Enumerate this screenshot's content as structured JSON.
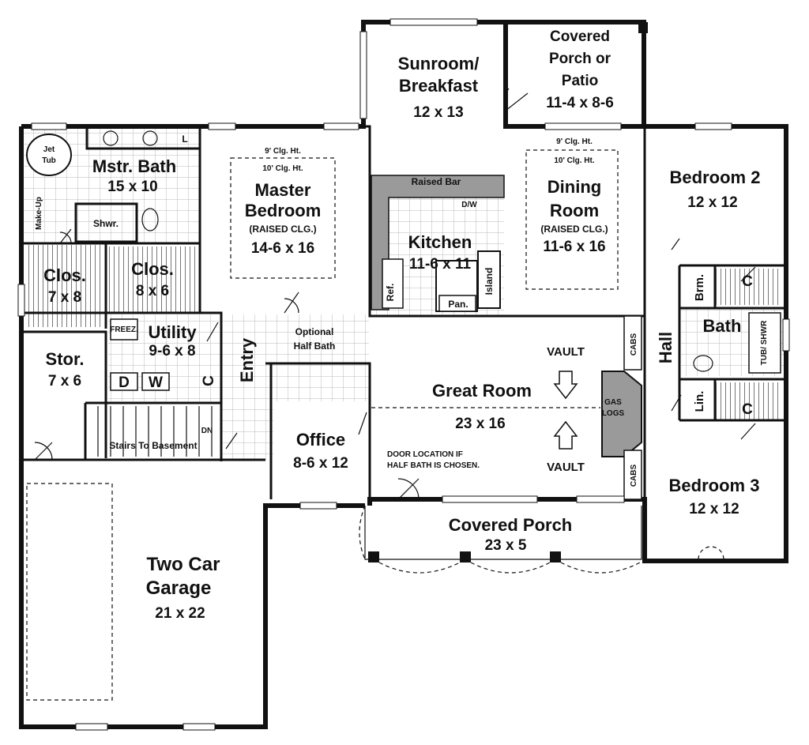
{
  "rooms": {
    "sunroom": {
      "name1": "Sunroom/",
      "name2": "Breakfast",
      "dim": "12 x 13"
    },
    "covered_patio": {
      "name1": "Covered",
      "name2": "Porch or",
      "name3": "Patio",
      "dim": "11-4 x 8-6"
    },
    "master_bath": {
      "name": "Mstr. Bath",
      "dim": "15 x 10"
    },
    "jet_tub": {
      "l1": "Jet",
      "l2": "Tub"
    },
    "makeup": "Make-Up",
    "shower": "Shwr.",
    "master_bedroom": {
      "clg1": "9' Clg. Ht.",
      "clg2": "10' Clg. Ht.",
      "name1": "Master",
      "name2": "Bedroom",
      "note": "(RAISED CLG.)",
      "dim": "14-6 x 16"
    },
    "kitchen": {
      "raised_bar": "Raised Bar",
      "dw": "D/W",
      "name": "Kitchen",
      "dim": "11-6 x 11",
      "ref": "Ref.",
      "island": "Island",
      "pantry": "Pan."
    },
    "dining": {
      "clg1": "9' Clg. Ht.",
      "clg2": "10' Clg. Ht.",
      "name1": "Dining",
      "name2": "Room",
      "note": "(RAISED CLG.)",
      "dim": "11-6 x 16"
    },
    "bedroom2": {
      "name": "Bedroom 2",
      "dim": "12 x 12"
    },
    "closet_left": {
      "name": "Clos.",
      "dim": "7 x 8"
    },
    "closet_mid": {
      "name": "Clos.",
      "dim": "8 x 6"
    },
    "broom": "Brm.",
    "closet_c1": "C",
    "closet_c2": "C",
    "closet_c3": "C",
    "bath": {
      "name": "Bath",
      "tub": "TUB/ SHWR"
    },
    "linen": "Lin.",
    "utility": {
      "freez": "FREEZ.",
      "name": "Utility",
      "dim": "9-6 x 8",
      "d": "D",
      "w": "W"
    },
    "storage": {
      "name": "Stor.",
      "dim": "7 x 6"
    },
    "entry": "Entry",
    "half_bath": {
      "l1": "Optional",
      "l2": "Half Bath"
    },
    "hall": "Hall",
    "great_room": {
      "name": "Great Room",
      "dim": "23 x 16",
      "vault1": "VAULT",
      "vault2": "VAULT",
      "cabs1": "CABS",
      "cabs2": "CABS",
      "gas1": "GAS",
      "gas2": "LOGS"
    },
    "stairs": {
      "label": "Stairs To Basement",
      "dn": "DN"
    },
    "office": {
      "name": "Office",
      "dim": "8-6 x 12"
    },
    "door_note": {
      "l1": "DOOR LOCATION IF",
      "l2": "HALF BATH IS CHOSEN."
    },
    "bedroom3": {
      "name": "Bedroom 3",
      "dim": "12 x 12"
    },
    "covered_porch": {
      "name": "Covered Porch",
      "dim": "23 x 5"
    },
    "garage": {
      "name1": "Two Car",
      "name2": "Garage",
      "dim": "21 x 22"
    }
  },
  "colors": {
    "wall": "#111111",
    "tile": "#bfbfbf",
    "closet": "#9a9a9a"
  }
}
